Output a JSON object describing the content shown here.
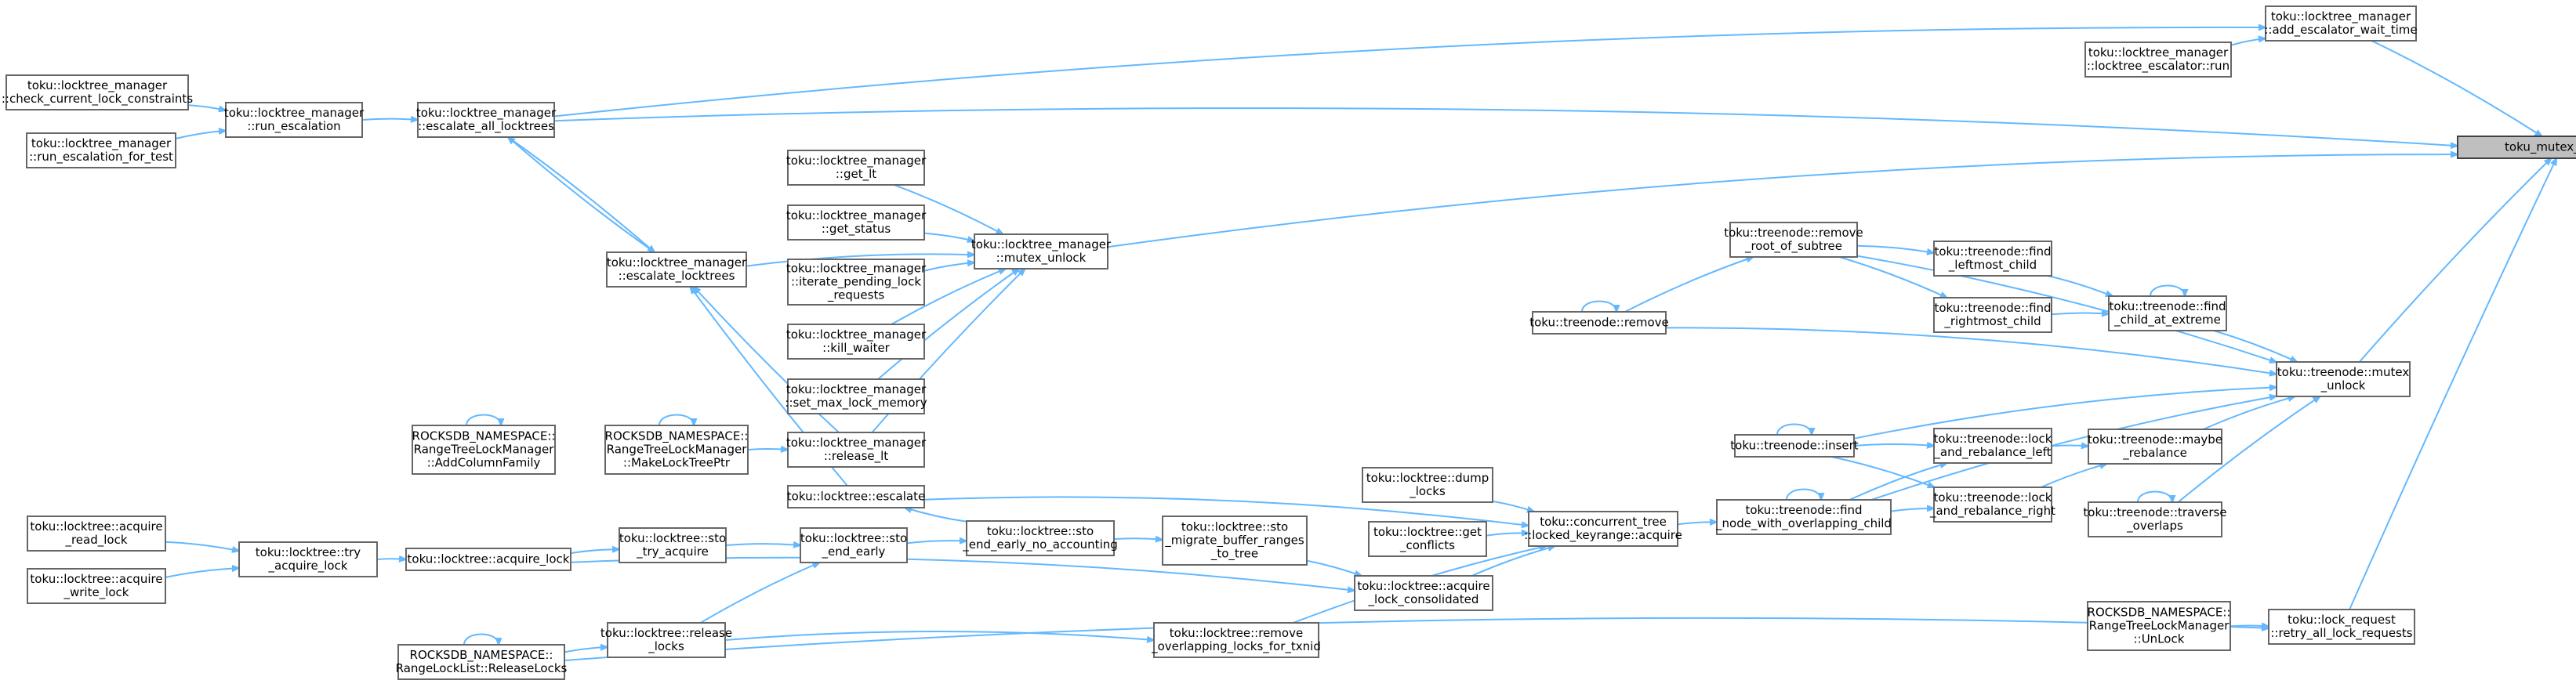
{
  "nodes": [
    {
      "id": "mutex_unlock_root",
      "lines": [
        "toku_mutex_unlock"
      ],
      "highlight": true
    },
    {
      "id": "add_escalator_wait_time",
      "lines": [
        "toku::locktree_manager",
        "::add_escalator_wait_time"
      ]
    },
    {
      "id": "locktree_escalator_run",
      "lines": [
        "toku::locktree_manager",
        "::locktree_escalator::run"
      ]
    },
    {
      "id": "check_current_lock_constraints",
      "lines": [
        "toku::locktree_manager",
        "::check_current_lock_constraints"
      ]
    },
    {
      "id": "run_escalation_for_test",
      "lines": [
        "toku::locktree_manager",
        "::run_escalation_for_test"
      ]
    },
    {
      "id": "run_escalation",
      "lines": [
        "toku::locktree_manager",
        "::run_escalation"
      ]
    },
    {
      "id": "escalate_all_locktrees",
      "lines": [
        "toku::locktree_manager",
        "::escalate_all_locktrees"
      ]
    },
    {
      "id": "get_lt",
      "lines": [
        "toku::locktree_manager",
        "::get_lt"
      ]
    },
    {
      "id": "get_status",
      "lines": [
        "toku::locktree_manager",
        "::get_status"
      ]
    },
    {
      "id": "iterate_pending",
      "lines": [
        "toku::locktree_manager",
        "::iterate_pending_lock",
        "_requests"
      ]
    },
    {
      "id": "kill_waiter",
      "lines": [
        "toku::locktree_manager",
        "::kill_waiter"
      ]
    },
    {
      "id": "set_max_lock_memory",
      "lines": [
        "toku::locktree_manager",
        "::set_max_lock_memory"
      ]
    },
    {
      "id": "release_lt",
      "lines": [
        "toku::locktree_manager",
        "::release_lt"
      ]
    },
    {
      "id": "ltm_mutex_unlock",
      "lines": [
        "toku::locktree_manager",
        "::mutex_unlock"
      ]
    },
    {
      "id": "escalate_locktrees",
      "lines": [
        "toku::locktree_manager",
        "::escalate_locktrees"
      ]
    },
    {
      "id": "add_column_family",
      "lines": [
        "ROCKSDB_NAMESPACE::",
        "RangeTreeLockManager",
        "::AddColumnFamily"
      ]
    },
    {
      "id": "make_lock_tree_ptr",
      "lines": [
        "ROCKSDB_NAMESPACE::",
        "RangeTreeLockManager",
        "::MakeLockTreePtr"
      ]
    },
    {
      "id": "escalate",
      "lines": [
        "toku::locktree::escalate"
      ]
    },
    {
      "id": "acquire_read_lock",
      "lines": [
        "toku::locktree::acquire",
        "_read_lock"
      ]
    },
    {
      "id": "acquire_write_lock",
      "lines": [
        "toku::locktree::acquire",
        "_write_lock"
      ]
    },
    {
      "id": "try_acquire_lock",
      "lines": [
        "toku::locktree::try",
        "_acquire_lock"
      ]
    },
    {
      "id": "acquire_lock",
      "lines": [
        "toku::locktree::acquire_lock"
      ]
    },
    {
      "id": "sto_try_acquire",
      "lines": [
        "toku::locktree::sto",
        "_try_acquire"
      ]
    },
    {
      "id": "sto_end_early",
      "lines": [
        "toku::locktree::sto",
        "_end_early"
      ]
    },
    {
      "id": "sto_end_early_no_acc",
      "lines": [
        "toku::locktree::sto",
        "_end_early_no_accounting"
      ]
    },
    {
      "id": "sto_migrate",
      "lines": [
        "toku::locktree::sto",
        "_migrate_buffer_ranges",
        "_to_tree"
      ]
    },
    {
      "id": "release_locks",
      "lines": [
        "toku::locktree::release",
        "_locks"
      ]
    },
    {
      "id": "release_locks_rocks",
      "lines": [
        "ROCKSDB_NAMESPACE::",
        "RangeLockList::ReleaseLocks"
      ]
    },
    {
      "id": "remove_overlapping",
      "lines": [
        "toku::locktree::remove",
        "_overlapping_locks_for_txnid"
      ]
    },
    {
      "id": "dump_locks",
      "lines": [
        "toku::locktree::dump",
        "_locks"
      ]
    },
    {
      "id": "get_conflicts",
      "lines": [
        "toku::locktree::get",
        "_conflicts"
      ]
    },
    {
      "id": "acquire_lock_consolidated",
      "lines": [
        "toku::locktree::acquire",
        "_lock_consolidated"
      ]
    },
    {
      "id": "locked_keyrange_acquire",
      "lines": [
        "toku::concurrent_tree",
        "::locked_keyrange::acquire"
      ]
    },
    {
      "id": "tn_remove",
      "lines": [
        "toku::treenode::remove"
      ]
    },
    {
      "id": "remove_root_of_subtree",
      "lines": [
        "toku::treenode::remove",
        "_root_of_subtree"
      ]
    },
    {
      "id": "find_leftmost_child",
      "lines": [
        "toku::treenode::find",
        "_leftmost_child"
      ]
    },
    {
      "id": "find_rightmost_child",
      "lines": [
        "toku::treenode::find",
        "_rightmost_child"
      ]
    },
    {
      "id": "find_child_at_extreme",
      "lines": [
        "toku::treenode::find",
        "_child_at_extreme"
      ]
    },
    {
      "id": "tn_insert",
      "lines": [
        "toku::treenode::insert"
      ]
    },
    {
      "id": "lock_and_rebalance_left",
      "lines": [
        "toku::treenode::lock",
        "_and_rebalance_left"
      ]
    },
    {
      "id": "lock_and_rebalance_right",
      "lines": [
        "toku::treenode::lock",
        "_and_rebalance_right"
      ]
    },
    {
      "id": "find_node_with_overlapping",
      "lines": [
        "toku::treenode::find",
        "_node_with_overlapping_child"
      ]
    },
    {
      "id": "maybe_rebalance",
      "lines": [
        "toku::treenode::maybe",
        "_rebalance"
      ]
    },
    {
      "id": "traverse_overlaps",
      "lines": [
        "toku::treenode::traverse",
        "_overlaps"
      ]
    },
    {
      "id": "tn_mutex_unlock",
      "lines": [
        "toku::treenode::mutex",
        "_unlock"
      ]
    },
    {
      "id": "unlock_rocks",
      "lines": [
        "ROCKSDB_NAMESPACE::",
        "RangeTreeLockManager",
        "::UnLock"
      ]
    },
    {
      "id": "retry_all_lock_requests",
      "lines": [
        "toku::lock_request",
        "::retry_all_lock_requests"
      ]
    }
  ],
  "edges": [
    [
      "escalate_all_locktrees",
      "add_escalator_wait_time"
    ],
    [
      "escalate_all_locktrees",
      "mutex_unlock_root"
    ],
    [
      "locktree_escalator_run",
      "add_escalator_wait_time"
    ],
    [
      "add_escalator_wait_time",
      "mutex_unlock_root"
    ],
    [
      "check_current_lock_constraints",
      "run_escalation"
    ],
    [
      "run_escalation_for_test",
      "run_escalation"
    ],
    [
      "run_escalation",
      "escalate_all_locktrees"
    ],
    [
      "escalate_all_locktrees",
      "escalate_locktrees"
    ],
    [
      "ltm_mutex_unlock",
      "mutex_unlock_root"
    ],
    [
      "get_lt",
      "ltm_mutex_unlock"
    ],
    [
      "get_status",
      "ltm_mutex_unlock"
    ],
    [
      "iterate_pending",
      "ltm_mutex_unlock"
    ],
    [
      "kill_waiter",
      "ltm_mutex_unlock"
    ],
    [
      "set_max_lock_memory",
      "ltm_mutex_unlock"
    ],
    [
      "release_lt",
      "ltm_mutex_unlock"
    ],
    [
      "escalate_locktrees",
      "ltm_mutex_unlock"
    ],
    [
      "escalate_locktrees",
      "escalate_all_locktrees"
    ],
    [
      "make_lock_tree_ptr",
      "release_lt"
    ],
    [
      "release_lt",
      "escalate_locktrees"
    ],
    [
      "escalate",
      "escalate_locktrees"
    ],
    [
      "add_column_family",
      "add_column_family"
    ],
    [
      "make_lock_tree_ptr",
      "make_lock_tree_ptr"
    ],
    [
      "acquire_read_lock",
      "try_acquire_lock"
    ],
    [
      "acquire_write_lock",
      "try_acquire_lock"
    ],
    [
      "try_acquire_lock",
      "acquire_lock"
    ],
    [
      "acquire_lock",
      "sto_try_acquire"
    ],
    [
      "sto_try_acquire",
      "sto_end_early"
    ],
    [
      "sto_end_early",
      "sto_end_early_no_acc"
    ],
    [
      "sto_end_early_no_acc",
      "escalate"
    ],
    [
      "sto_end_early_no_acc",
      "sto_migrate"
    ],
    [
      "sto_migrate",
      "acquire_lock_consolidated"
    ],
    [
      "release_locks",
      "sto_end_early"
    ],
    [
      "release_locks_rocks",
      "release_locks"
    ],
    [
      "release_locks_rocks",
      "release_locks_rocks"
    ],
    [
      "release_locks",
      "remove_overlapping"
    ],
    [
      "remove_overlapping",
      "locked_keyrange_acquire"
    ],
    [
      "acquire_lock",
      "acquire_lock_consolidated"
    ],
    [
      "escalate",
      "locked_keyrange_acquire"
    ],
    [
      "dump_locks",
      "locked_keyrange_acquire"
    ],
    [
      "get_conflicts",
      "locked_keyrange_acquire"
    ],
    [
      "acquire_lock_consolidated",
      "locked_keyrange_acquire"
    ],
    [
      "locked_keyrange_acquire",
      "find_node_with_overlapping"
    ],
    [
      "find_node_with_overlapping",
      "find_node_with_overlapping"
    ],
    [
      "find_node_with_overlapping",
      "lock_and_rebalance_left"
    ],
    [
      "find_node_with_overlapping",
      "lock_and_rebalance_right"
    ],
    [
      "find_node_with_overlapping",
      "tn_mutex_unlock"
    ],
    [
      "tn_insert",
      "tn_insert"
    ],
    [
      "tn_insert",
      "lock_and_rebalance_left"
    ],
    [
      "tn_insert",
      "lock_and_rebalance_right"
    ],
    [
      "tn_insert",
      "tn_mutex_unlock"
    ],
    [
      "lock_and_rebalance_left",
      "maybe_rebalance"
    ],
    [
      "lock_and_rebalance_right",
      "maybe_rebalance"
    ],
    [
      "maybe_rebalance",
      "tn_mutex_unlock"
    ],
    [
      "traverse_overlaps",
      "traverse_overlaps"
    ],
    [
      "traverse_overlaps",
      "tn_mutex_unlock"
    ],
    [
      "tn_remove",
      "tn_remove"
    ],
    [
      "tn_remove",
      "remove_root_of_subtree"
    ],
    [
      "tn_remove",
      "tn_mutex_unlock"
    ],
    [
      "remove_root_of_subtree",
      "find_leftmost_child"
    ],
    [
      "remove_root_of_subtree",
      "find_rightmost_child"
    ],
    [
      "remove_root_of_subtree",
      "tn_mutex_unlock"
    ],
    [
      "find_leftmost_child",
      "find_child_at_extreme"
    ],
    [
      "find_rightmost_child",
      "find_child_at_extreme"
    ],
    [
      "find_child_at_extreme",
      "find_child_at_extreme"
    ],
    [
      "find_child_at_extreme",
      "tn_mutex_unlock"
    ],
    [
      "tn_mutex_unlock",
      "mutex_unlock_root"
    ],
    [
      "unlock_rocks",
      "retry_all_lock_requests"
    ],
    [
      "release_locks_rocks",
      "retry_all_lock_requests"
    ],
    [
      "retry_all_lock_requests",
      "mutex_unlock_root"
    ]
  ]
}
